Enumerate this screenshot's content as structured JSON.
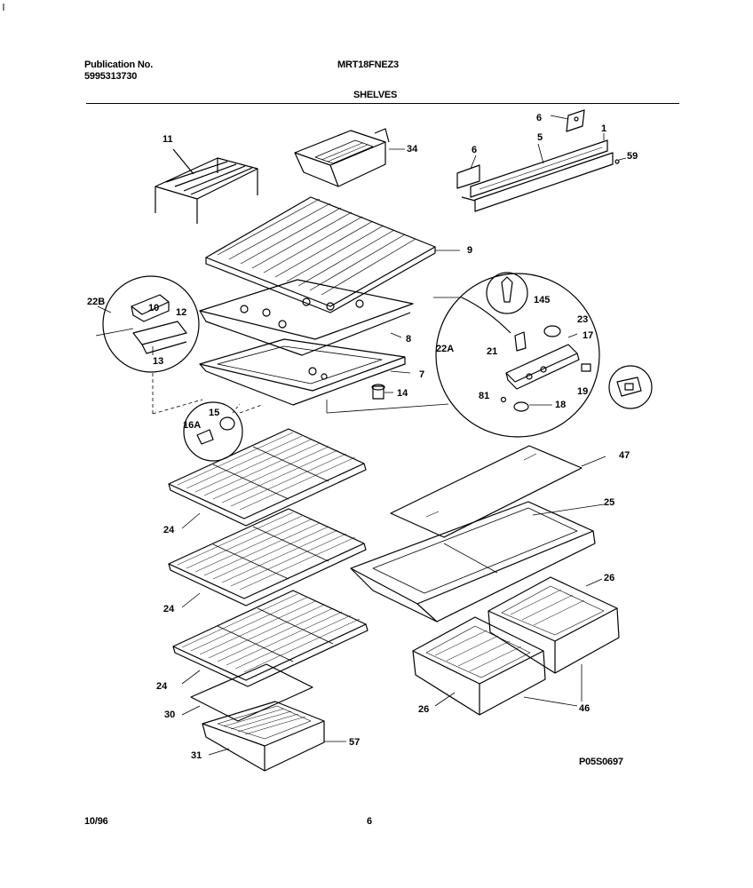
{
  "header": {
    "publication_label": "Publication No.",
    "publication_number": "5995313730",
    "model": "MRT18FNEZ3",
    "section_title": "SHELVES"
  },
  "footer": {
    "date": "10/96",
    "page": "6",
    "figure_code": "P05S0697"
  },
  "parts": {
    "p11": "11",
    "p34": "34",
    "p6a": "6",
    "p6b": "6",
    "p5": "5",
    "p1": "1",
    "p59": "59",
    "p9": "9",
    "p22b": "22B",
    "p10": "10",
    "p12": "12",
    "p13": "13",
    "p8": "8",
    "p7": "7",
    "p14": "14",
    "p15": "15",
    "p16a": "16A",
    "p145": "145",
    "p22a": "22A",
    "p23": "23",
    "p17": "17",
    "p21": "21",
    "p81": "81",
    "p18": "18",
    "p19": "19",
    "p24a": "24",
    "p24b": "24",
    "p24c": "24",
    "p47": "47",
    "p25": "25",
    "p26a": "26",
    "p26b": "26",
    "p46": "46",
    "p30": "30",
    "p31": "31",
    "p57": "57"
  }
}
